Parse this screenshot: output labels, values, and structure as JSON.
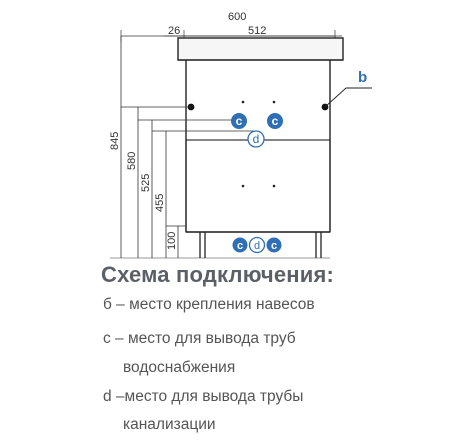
{
  "dimensions": {
    "width_total": "600",
    "width_inner": "512",
    "offset_left": "26",
    "height_845": "845",
    "height_580": "580",
    "height_525": "525",
    "height_455": "455",
    "height_100": "100"
  },
  "markers": {
    "b": "b",
    "c": "c",
    "d": "d"
  },
  "legend": {
    "title": "Схема подключения:",
    "line1": "б – место крепления навесов",
    "line2": "c – место для вывода труб",
    "line3": "водоснабжения",
    "line4": "d –место для вывода трубы",
    "line5": "канализации"
  },
  "colors": {
    "accent": "#2f6fb5",
    "line": "#222222",
    "text": "#555555"
  }
}
